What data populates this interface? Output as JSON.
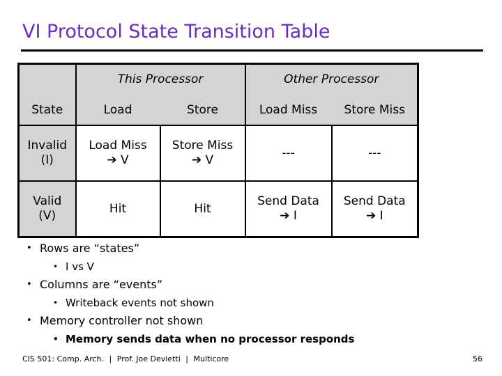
{
  "slide": {
    "title": "VI Protocol State Transition Table",
    "title_color": "#6B2BC9"
  },
  "table": {
    "header_bg": "#D4D4D4",
    "group_headers": {
      "state_blank": "",
      "this_processor": "This Processor",
      "other_processor": "Other Processor"
    },
    "column_headers": {
      "state": "State",
      "load": "Load",
      "store": "Store",
      "load_miss": "Load Miss",
      "store_miss": "Store Miss"
    },
    "rows": [
      {
        "state_name": "Invalid",
        "state_abbrev": "(I)",
        "load": {
          "line1": "Load Miss",
          "arrow": "➔",
          "target": "V"
        },
        "store": {
          "line1": "Store Miss",
          "arrow": "➔",
          "target": "V"
        },
        "load_miss": {
          "line1": "---"
        },
        "store_miss": {
          "line1": "---"
        }
      },
      {
        "state_name": "Valid",
        "state_abbrev": "(V)",
        "load": {
          "line1": "Hit"
        },
        "store": {
          "line1": "Hit"
        },
        "load_miss": {
          "line1": "Send Data",
          "arrow": "➔",
          "target": "I"
        },
        "store_miss": {
          "line1": "Send Data",
          "arrow": "➔",
          "target": "I"
        }
      }
    ]
  },
  "bullets": [
    {
      "level": 1,
      "text": "Rows are “states”",
      "bold": false
    },
    {
      "level": 2,
      "text": "I vs V",
      "bold": false
    },
    {
      "level": 1,
      "text": "Columns are “events”",
      "bold": false
    },
    {
      "level": 2,
      "text": "Writeback events not shown",
      "bold": false
    },
    {
      "level": 1,
      "text": "Memory controller not shown",
      "bold": false
    },
    {
      "level": 2,
      "text": "Memory sends data when no processor responds",
      "bold": true
    }
  ],
  "footer": {
    "course": "CIS 501: Comp. Arch.",
    "separator": "|",
    "instructor": "Prof. Joe Devietti",
    "topic": "Multicore",
    "page_number": "56"
  }
}
